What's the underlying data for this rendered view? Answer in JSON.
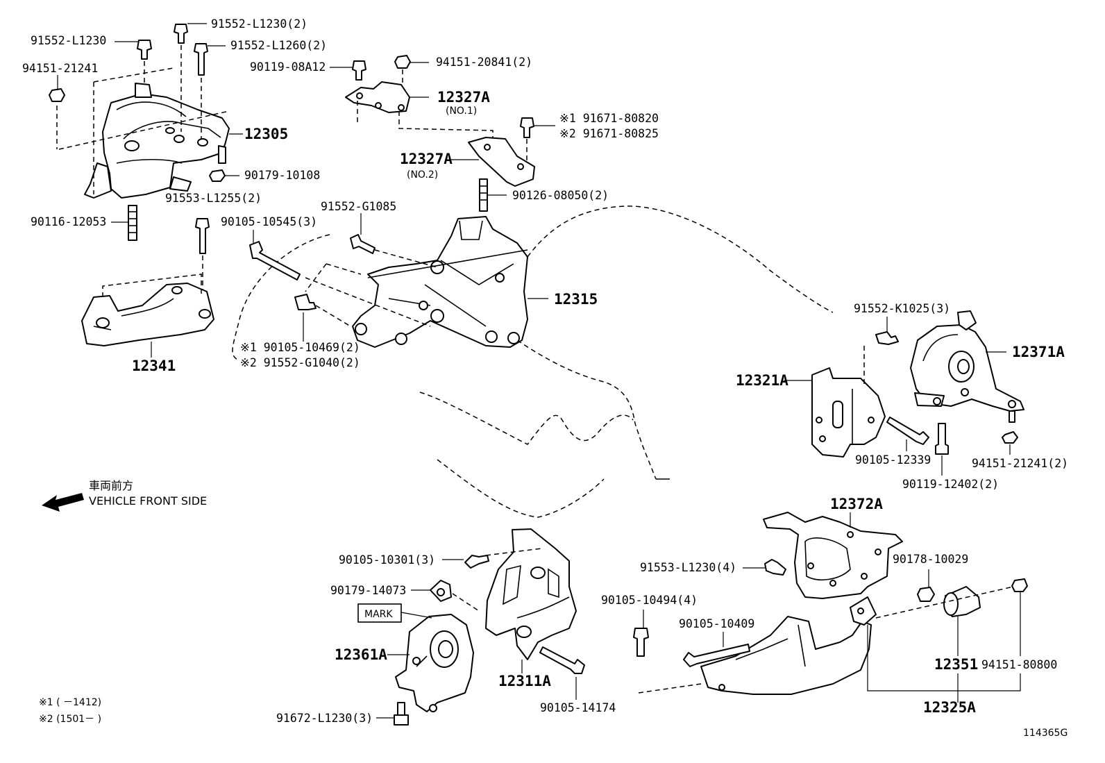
{
  "labels": {
    "p91552_L1230": "91552-L1230",
    "p91552_L1230_2": "91552-L1230(2)",
    "p91552_L1260_2": "91552-L1260(2)",
    "p94151_21241": "94151-21241",
    "p90119_08A12": "90119-08A12",
    "p94151_20841_2": "94151-20841(2)",
    "p12327A_1": "12327A",
    "no1": "(NO.1)",
    "p12305": "12305",
    "p91671_80820": "※1 91671-80820",
    "p91671_80825": "※2 91671-80825",
    "p12327A_2": "12327A",
    "no2": "(NO.2)",
    "p90179_10108": "90179-10108",
    "p90126_08050_2": "90126-08050(2)",
    "p91553_L1255_2": "91553-L1255(2)",
    "p90116_12053": "90116-12053",
    "p90105_10545_3": "90105-10545(3)",
    "p91552_G1085": "91552-G1085",
    "p12315": "12315",
    "p91552_K1025_3": "91552-K1025(3)",
    "p12371A": "12371A",
    "p90105_10469_2": "※1 90105-10469(2)",
    "p91552_G1040_2": "※2 91552-G1040(2)",
    "p12341": "12341",
    "p12321A": "12321A",
    "p90105_12339": "90105-12339",
    "p94151_21241_2": "94151-21241(2)",
    "p90119_12402_2": "90119-12402(2)",
    "front_jp": "車両前方",
    "front_en": "VEHICLE FRONT SIDE",
    "p12372A": "12372A",
    "p90105_10301_3": "90105-10301(3)",
    "p90179_14073": "90179-14073",
    "mark": "MARK",
    "p12361A": "12361A",
    "p12311A": "12311A",
    "p90105_14174": "90105-14174",
    "p91553_L1230_4": "91553-L1230(4)",
    "p90178_10029": "90178-10029",
    "p90105_10494_4": "90105-10494(4)",
    "p90105_10409": "90105-10409",
    "p12351": "12351",
    "p94151_80800": "94151-80800",
    "p12325A": "12325A",
    "p91672_L1230_3": "91672-L1230(3)",
    "note1": "※1 (       －1412)",
    "note2": "※2 (1501－       )",
    "diagram_id": "114365G"
  }
}
